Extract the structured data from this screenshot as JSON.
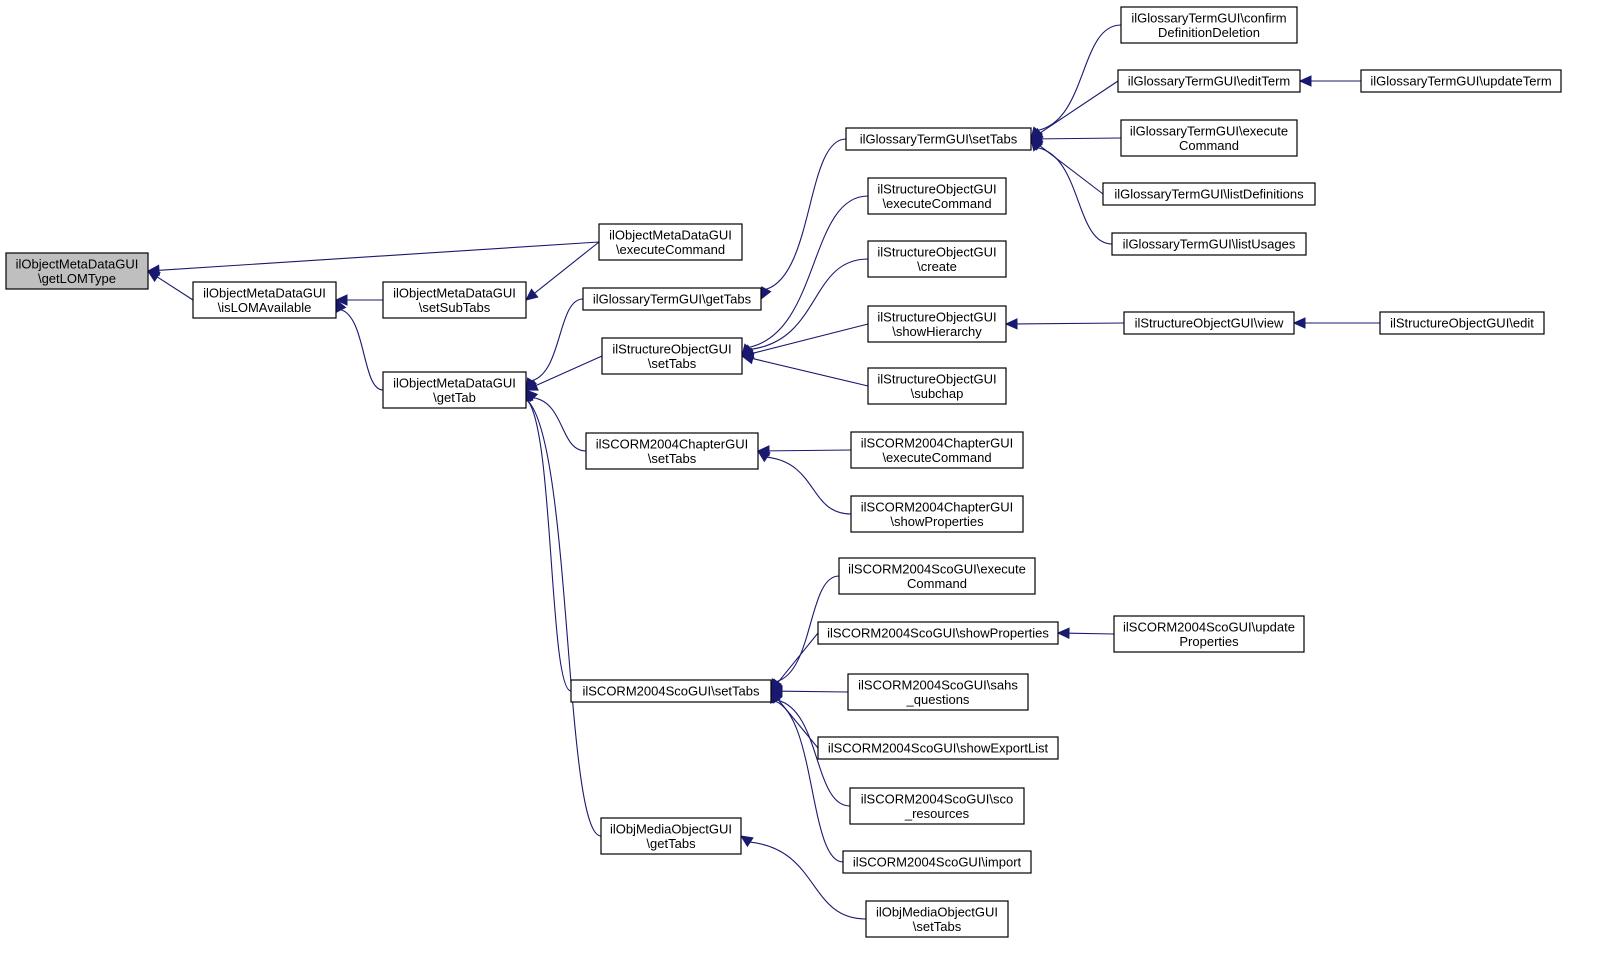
{
  "diagram": {
    "nodes": [
      {
        "id": "getLOMType",
        "lines": [
          "ilObjectMetaDataGUI",
          "\\getLOMType"
        ],
        "root": true
      },
      {
        "id": "isLOMAvailable",
        "lines": [
          "ilObjectMetaDataGUI",
          "\\isLOMAvailable"
        ]
      },
      {
        "id": "omd_executeCommand",
        "lines": [
          "ilObjectMetaDataGUI",
          "\\executeCommand"
        ]
      },
      {
        "id": "setSubTabs",
        "lines": [
          "ilObjectMetaDataGUI",
          "\\setSubTabs"
        ]
      },
      {
        "id": "getTab",
        "lines": [
          "ilObjectMetaDataGUI",
          "\\getTab"
        ]
      },
      {
        "id": "gt_getTabs",
        "lines": [
          "ilGlossaryTermGUI\\getTabs"
        ]
      },
      {
        "id": "so_setTabs",
        "lines": [
          "ilStructureObjectGUI",
          "\\setTabs"
        ]
      },
      {
        "id": "ch_setTabs",
        "lines": [
          "ilSCORM2004ChapterGUI",
          "\\setTabs"
        ]
      },
      {
        "id": "sco_setTabs",
        "lines": [
          "ilSCORM2004ScoGUI\\setTabs"
        ]
      },
      {
        "id": "mo_getTabs",
        "lines": [
          "ilObjMediaObjectGUI",
          "\\getTabs"
        ]
      },
      {
        "id": "gt_setTabs",
        "lines": [
          "ilGlossaryTermGUI\\setTabs"
        ]
      },
      {
        "id": "so_executeCommand",
        "lines": [
          "ilStructureObjectGUI",
          "\\executeCommand"
        ]
      },
      {
        "id": "so_create",
        "lines": [
          "ilStructureObjectGUI",
          "\\create"
        ]
      },
      {
        "id": "so_showHierarchy",
        "lines": [
          "ilStructureObjectGUI",
          "\\showHierarchy"
        ]
      },
      {
        "id": "so_subchap",
        "lines": [
          "ilStructureObjectGUI",
          "\\subchap"
        ]
      },
      {
        "id": "ch_executeCommand",
        "lines": [
          "ilSCORM2004ChapterGUI",
          "\\executeCommand"
        ]
      },
      {
        "id": "ch_showProperties",
        "lines": [
          "ilSCORM2004ChapterGUI",
          "\\showProperties"
        ]
      },
      {
        "id": "sco_executeCommand",
        "lines": [
          "ilSCORM2004ScoGUI\\execute",
          "Command"
        ]
      },
      {
        "id": "sco_showProperties",
        "lines": [
          "ilSCORM2004ScoGUI\\showProperties"
        ]
      },
      {
        "id": "sco_sahs",
        "lines": [
          "ilSCORM2004ScoGUI\\sahs",
          "_questions"
        ]
      },
      {
        "id": "sco_showExportList",
        "lines": [
          "ilSCORM2004ScoGUI\\showExportList"
        ]
      },
      {
        "id": "sco_resources",
        "lines": [
          "ilSCORM2004ScoGUI\\sco",
          "_resources"
        ]
      },
      {
        "id": "sco_import",
        "lines": [
          "ilSCORM2004ScoGUI\\import"
        ]
      },
      {
        "id": "mo_setTabs",
        "lines": [
          "ilObjMediaObjectGUI",
          "\\setTabs"
        ]
      },
      {
        "id": "gt_confirm",
        "lines": [
          "ilGlossaryTermGUI\\confirm",
          "DefinitionDeletion"
        ]
      },
      {
        "id": "gt_editTerm",
        "lines": [
          "ilGlossaryTermGUI\\editTerm"
        ]
      },
      {
        "id": "gt_executeCommand",
        "lines": [
          "ilGlossaryTermGUI\\execute",
          "Command"
        ]
      },
      {
        "id": "gt_listDefinitions",
        "lines": [
          "ilGlossaryTermGUI\\listDefinitions"
        ]
      },
      {
        "id": "gt_listUsages",
        "lines": [
          "ilGlossaryTermGUI\\listUsages"
        ]
      },
      {
        "id": "gt_updateTerm",
        "lines": [
          "ilGlossaryTermGUI\\updateTerm"
        ]
      },
      {
        "id": "so_view",
        "lines": [
          "ilStructureObjectGUI\\view"
        ]
      },
      {
        "id": "so_edit",
        "lines": [
          "ilStructureObjectGUI\\edit"
        ]
      },
      {
        "id": "sco_updateProperties",
        "lines": [
          "ilSCORM2004ScoGUI\\update",
          "Properties"
        ]
      }
    ],
    "edges": [
      {
        "from": "isLOMAvailable",
        "to": "getLOMType"
      },
      {
        "from": "omd_executeCommand",
        "to": "getLOMType"
      },
      {
        "from": "setSubTabs",
        "to": "isLOMAvailable"
      },
      {
        "from": "getTab",
        "to": "isLOMAvailable"
      },
      {
        "from": "omd_executeCommand",
        "to": "setSubTabs"
      },
      {
        "from": "gt_getTabs",
        "to": "getTab"
      },
      {
        "from": "so_setTabs",
        "to": "getTab"
      },
      {
        "from": "ch_setTabs",
        "to": "getTab"
      },
      {
        "from": "sco_setTabs",
        "to": "getTab"
      },
      {
        "from": "mo_getTabs",
        "to": "getTab"
      },
      {
        "from": "gt_setTabs",
        "to": "gt_getTabs"
      },
      {
        "from": "so_executeCommand",
        "to": "so_setTabs"
      },
      {
        "from": "so_create",
        "to": "so_setTabs"
      },
      {
        "from": "so_showHierarchy",
        "to": "so_setTabs"
      },
      {
        "from": "so_subchap",
        "to": "so_setTabs"
      },
      {
        "from": "ch_executeCommand",
        "to": "ch_setTabs"
      },
      {
        "from": "ch_showProperties",
        "to": "ch_setTabs"
      },
      {
        "from": "sco_executeCommand",
        "to": "sco_setTabs"
      },
      {
        "from": "sco_showProperties",
        "to": "sco_setTabs"
      },
      {
        "from": "sco_sahs",
        "to": "sco_setTabs"
      },
      {
        "from": "sco_showExportList",
        "to": "sco_setTabs"
      },
      {
        "from": "sco_resources",
        "to": "sco_setTabs"
      },
      {
        "from": "sco_import",
        "to": "sco_setTabs"
      },
      {
        "from": "mo_setTabs",
        "to": "mo_getTabs"
      },
      {
        "from": "gt_confirm",
        "to": "gt_setTabs"
      },
      {
        "from": "gt_editTerm",
        "to": "gt_setTabs"
      },
      {
        "from": "gt_executeCommand",
        "to": "gt_setTabs"
      },
      {
        "from": "gt_listDefinitions",
        "to": "gt_setTabs"
      },
      {
        "from": "gt_listUsages",
        "to": "gt_setTabs"
      },
      {
        "from": "gt_updateTerm",
        "to": "gt_editTerm"
      },
      {
        "from": "so_view",
        "to": "so_showHierarchy"
      },
      {
        "from": "so_edit",
        "to": "so_view"
      },
      {
        "from": "sco_updateProperties",
        "to": "sco_showProperties"
      }
    ],
    "colors": {
      "edge": "#191970",
      "node_border": "#000000",
      "root_fill": "#bfbfbf",
      "node_fill": "#ffffff"
    }
  }
}
